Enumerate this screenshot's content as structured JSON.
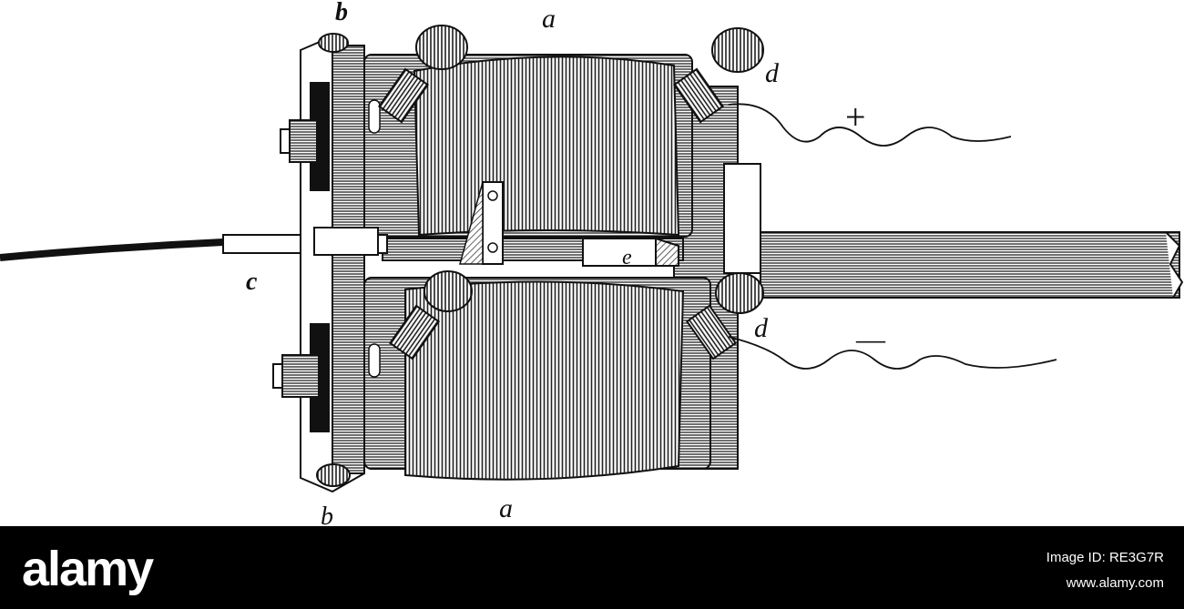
{
  "labels": {
    "a_top": "a",
    "a_bottom": "a",
    "b_top": "b",
    "b_bottom": "b",
    "c": "c",
    "d_top": "d",
    "d_bottom": "d",
    "e": "e",
    "plus": "+",
    "minus": "—"
  },
  "footer": {
    "logo": "alamy",
    "image_id": "Image ID: RE3G7R",
    "site": "www.alamy.com"
  },
  "colors": {
    "ink": "#111111",
    "paper": "#ffffff",
    "banner": "#000000"
  },
  "icons": {
    "coil": "wound-coil-icon",
    "screw": "thumbscrew-icon"
  }
}
